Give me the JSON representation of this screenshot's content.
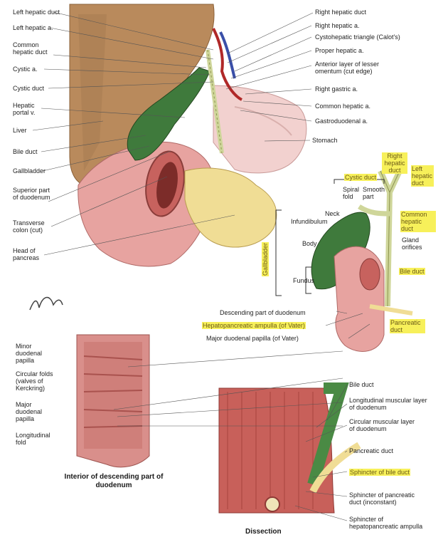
{
  "main": {
    "labels_left": [
      "Left hepatic duct",
      "Left hepatic a.",
      "Common hepatic duct",
      "Cystic a.",
      "Cystic duct",
      "Hepatic portal v.",
      "Liver",
      "Bile duct",
      "Gallbladder",
      "Superior part of duodenum",
      "Transverse colon (cut)",
      "Head of pancreas"
    ],
    "labels_right": [
      "Right hepatic duct",
      "Right hepatic a.",
      "Cystohepatic triangle (Calot's)",
      "Proper hepatic a.",
      "Anterior layer of lesser omentum (cut edge)",
      "Right gastric a.",
      "Common hepatic a.",
      "Gastroduodenal a.",
      "Stomach"
    ]
  },
  "inset": {
    "highlighted": [
      "Right hepatic duct",
      "Left hepatic duct",
      "Cystic duct",
      "Common hepatic duct",
      "Bile duct",
      "Hepatopancreatic ampulla (of Vater)",
      "Pancreatic duct"
    ],
    "labels": [
      "Spiral fold",
      "Smooth part",
      "Neck",
      "Infundibulum",
      "Body",
      "Fundus",
      "Gallbladder",
      "Gland orifices",
      "Descending part of duodenum",
      "Major duodenal papilla (of Vater)"
    ]
  },
  "interior": {
    "labels": [
      "Minor duodenal papilla",
      "Circular folds (valves of Kerckring)",
      "Major duodenal papilla",
      "Longitudinal fold"
    ],
    "caption": "Interior of descending part of duodenum"
  },
  "dissection": {
    "labels": [
      "Bile duct",
      "Longitudinal muscular layer of duodenum",
      "Circular muscular layer of duodenum",
      "Pancreatic duct",
      "Sphincter of pancreatic duct (inconstant)",
      "Sphincter of hepatopancreatic ampulla"
    ],
    "highlighted": [
      "Sphincter of bile duct"
    ],
    "caption": "Dissection"
  },
  "colors": {
    "liver": "#b98a5c",
    "stomach": "#f2d1cf",
    "duodenum": "#e7a3a0",
    "gallbladder": "#3f7a3c",
    "pancreas": "#f0dd95",
    "duct": "#cfd69a",
    "highlight": "#f7f05a"
  }
}
